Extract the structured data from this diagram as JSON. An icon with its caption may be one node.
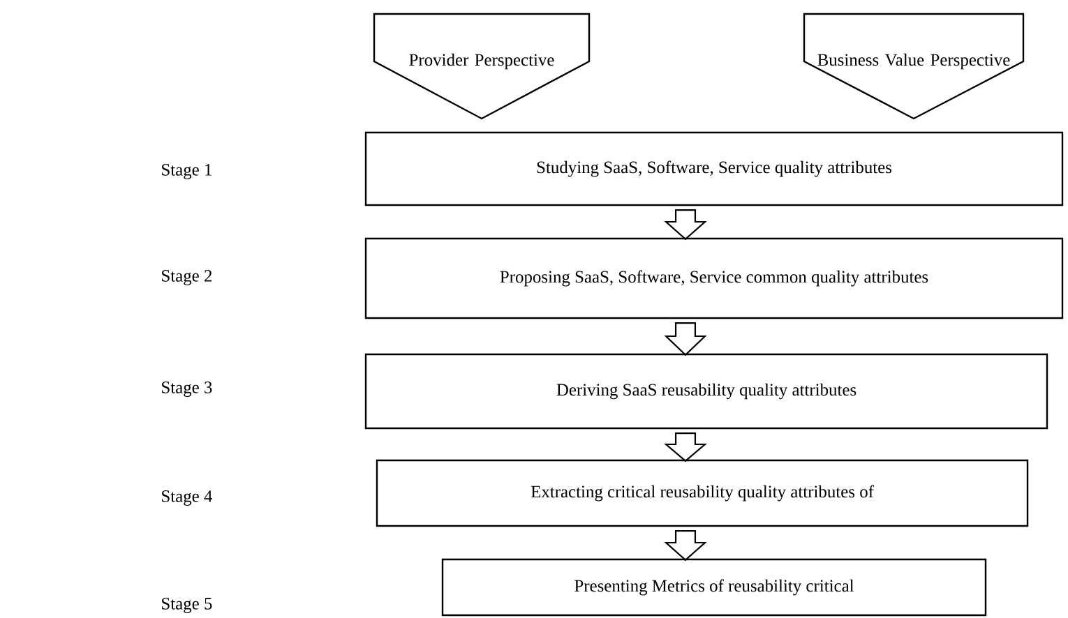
{
  "diagram": {
    "nodes": [
      {
        "text": [
          "Provider Perspective"
        ]
      },
      {
        "text": [
          "Business Value Perspective"
        ]
      },
      {
        "text": [
          "Studying SaaS, Software, Service quality attributes"
        ]
      },
      {
        "text": [
          "Proposing SaaS, Software, Service common quality attributes"
        ]
      },
      {
        "text": [
          "Deriving SaaS reusability quality attributes"
        ]
      },
      {
        "text": [
          "Extracting critical reusability quality attributes of"
        ]
      },
      {
        "text": [
          "Presenting Metrics of reusability critical"
        ]
      }
    ],
    "edges": [
      {
        "from": 2,
        "to": 3,
        "arrow": "to"
      },
      {
        "from": 3,
        "to": 4,
        "arrow": "to"
      },
      {
        "from": 4,
        "to": 5,
        "arrow": "to"
      },
      {
        "from": 5,
        "to": 6,
        "arrow": "to"
      }
    ],
    "labels": [
      "Stage 1",
      "Stage 2",
      "Stage 3",
      "Stage 4",
      "Stage 5"
    ]
  }
}
